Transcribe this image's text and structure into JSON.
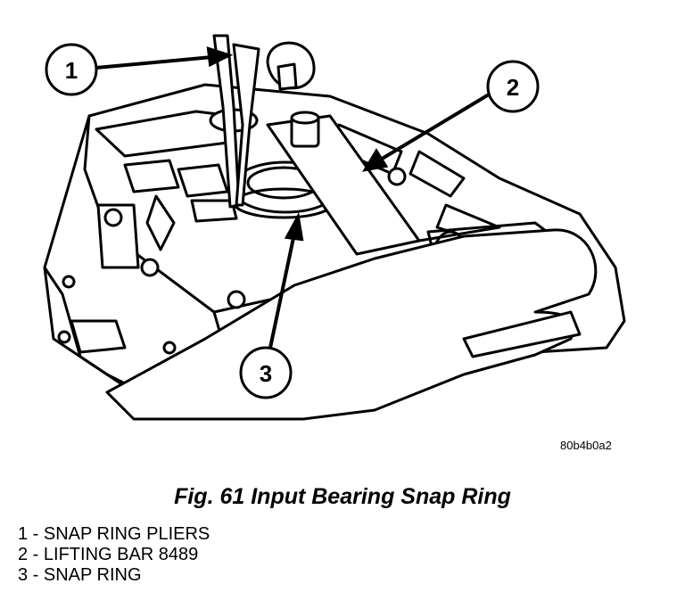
{
  "figure": {
    "callouts": [
      "1",
      "2",
      "3"
    ],
    "image_code": "80b4b0a2",
    "caption": "Fig. 61 Input Bearing Snap Ring"
  },
  "legend": [
    "1 - SNAP RING PLIERS",
    "2 - LIFTING BAR 8489",
    "3 - SNAP RING"
  ]
}
